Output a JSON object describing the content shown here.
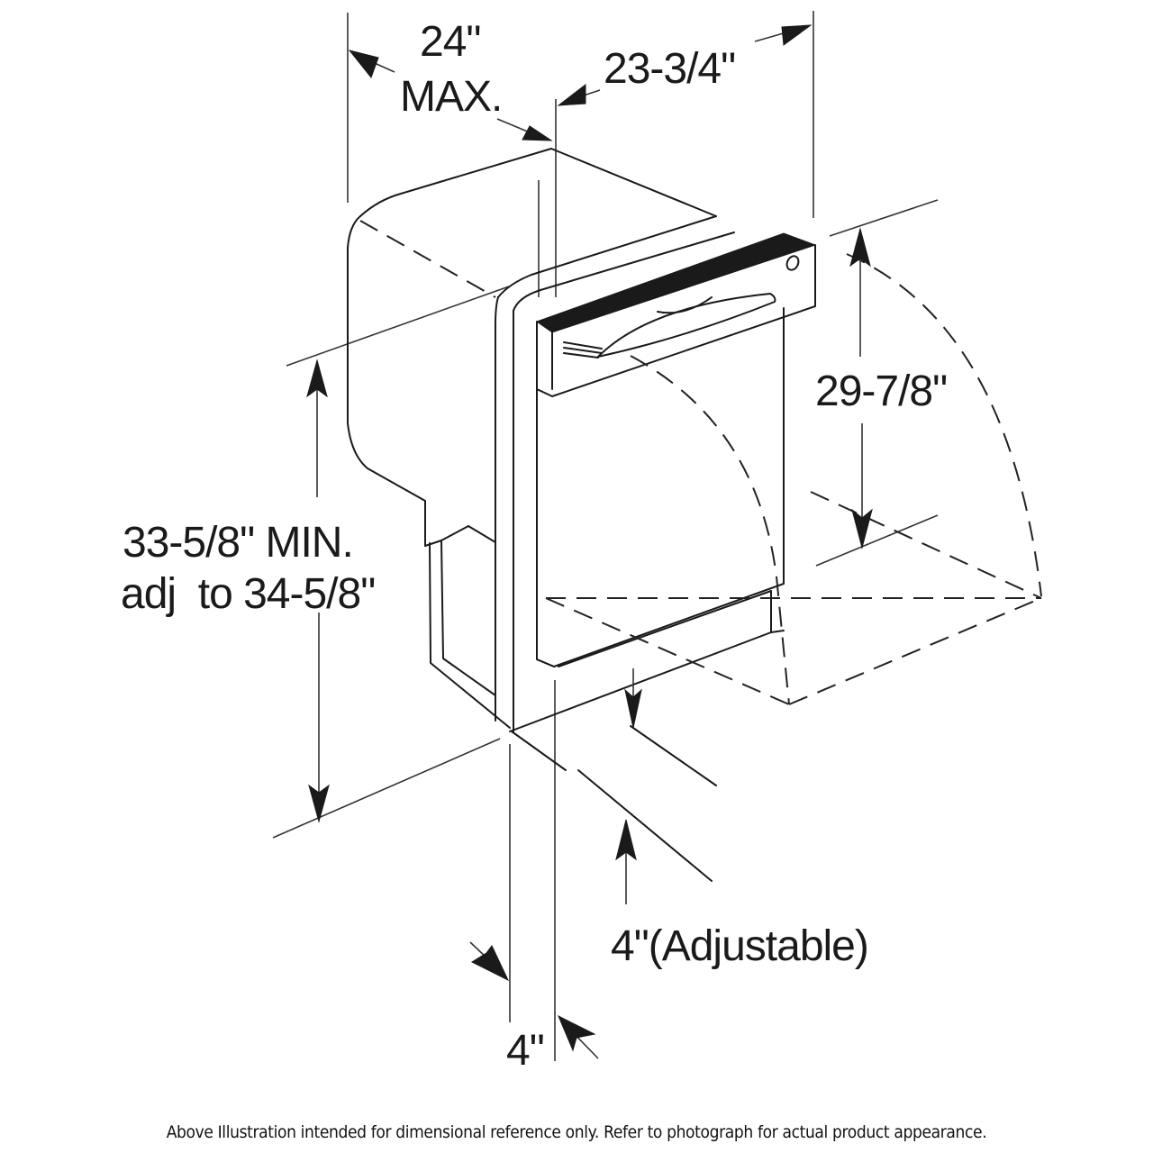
{
  "diagram": {
    "subject": "Built-in dishwasher installation dimensions",
    "colors": {
      "line": "#1a1a1a",
      "background": "#ffffff"
    },
    "dimensions": {
      "cabinet_width": {
        "value": "24\"",
        "qualifier": "MAX."
      },
      "unit_depth": {
        "value": "23-3/4\""
      },
      "door_open_height": {
        "value": "29-7/8\""
      },
      "opening_height": {
        "line1": "33-5/8\" MIN.",
        "line2": "adj  to 34-5/8\""
      },
      "toe_kick_height": {
        "value": "4\"(Adjustable)"
      },
      "toe_kick_depth": {
        "value": "4\""
      }
    }
  },
  "footer": {
    "disclaimer": "Above Illustration intended for dimensional reference only. Refer to photograph for actual product appearance."
  }
}
